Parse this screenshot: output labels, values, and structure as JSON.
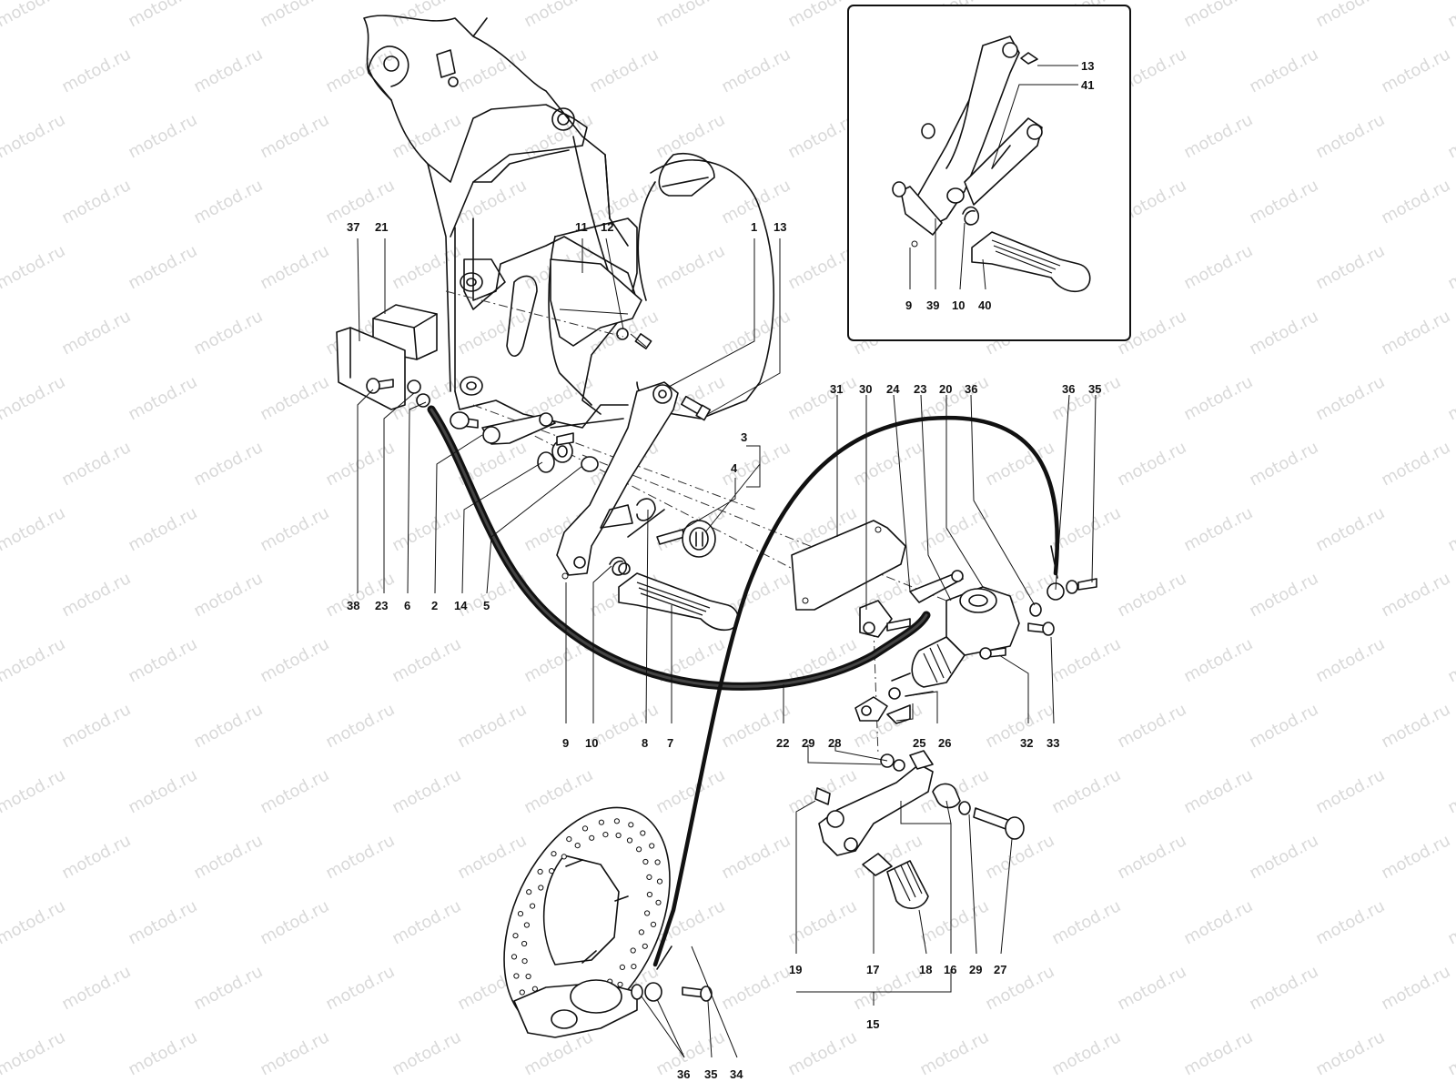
{
  "watermark": "motod.ru",
  "callouts": {
    "main": [
      {
        "id": "c37",
        "text": "37"
      },
      {
        "id": "c21",
        "text": "21"
      },
      {
        "id": "c11",
        "text": "11"
      },
      {
        "id": "c12",
        "text": "12"
      },
      {
        "id": "c1",
        "text": "1"
      },
      {
        "id": "c13a",
        "text": "13"
      },
      {
        "id": "c3",
        "text": "3"
      },
      {
        "id": "c4",
        "text": "4"
      },
      {
        "id": "c31",
        "text": "31"
      },
      {
        "id": "c30",
        "text": "30"
      },
      {
        "id": "c24",
        "text": "24"
      },
      {
        "id": "c23a",
        "text": "23"
      },
      {
        "id": "c20",
        "text": "20"
      },
      {
        "id": "c36a",
        "text": "36"
      },
      {
        "id": "c36b",
        "text": "36"
      },
      {
        "id": "c35a",
        "text": "35"
      },
      {
        "id": "c38",
        "text": "38"
      },
      {
        "id": "c23b",
        "text": "23"
      },
      {
        "id": "c6",
        "text": "6"
      },
      {
        "id": "c2",
        "text": "2"
      },
      {
        "id": "c14",
        "text": "14"
      },
      {
        "id": "c5",
        "text": "5"
      },
      {
        "id": "c9a",
        "text": "9"
      },
      {
        "id": "c10a",
        "text": "10"
      },
      {
        "id": "c8",
        "text": "8"
      },
      {
        "id": "c7",
        "text": "7"
      },
      {
        "id": "c22",
        "text": "22"
      },
      {
        "id": "c29a",
        "text": "29"
      },
      {
        "id": "c28",
        "text": "28"
      },
      {
        "id": "c25",
        "text": "25"
      },
      {
        "id": "c26",
        "text": "26"
      },
      {
        "id": "c32",
        "text": "32"
      },
      {
        "id": "c33",
        "text": "33"
      },
      {
        "id": "c19",
        "text": "19"
      },
      {
        "id": "c17",
        "text": "17"
      },
      {
        "id": "c18",
        "text": "18"
      },
      {
        "id": "c16",
        "text": "16"
      },
      {
        "id": "c29b",
        "text": "29"
      },
      {
        "id": "c27",
        "text": "27"
      },
      {
        "id": "c15",
        "text": "15"
      },
      {
        "id": "c36c",
        "text": "36"
      },
      {
        "id": "c35b",
        "text": "35"
      },
      {
        "id": "c34",
        "text": "34"
      }
    ],
    "inset": [
      {
        "id": "i13",
        "text": "13"
      },
      {
        "id": "i41",
        "text": "41"
      },
      {
        "id": "i9",
        "text": "9"
      },
      {
        "id": "i39",
        "text": "39"
      },
      {
        "id": "i10",
        "text": "10"
      },
      {
        "id": "i40",
        "text": "40"
      }
    ]
  }
}
